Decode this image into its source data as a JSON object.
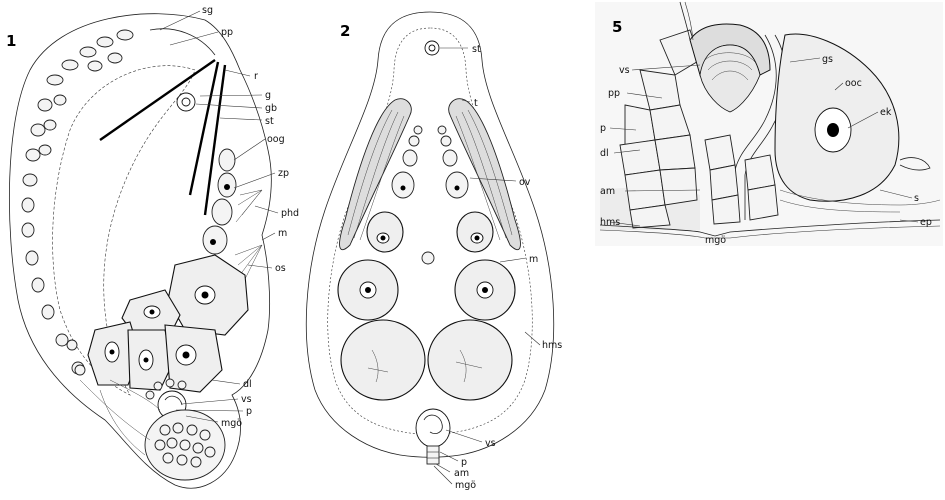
{
  "figure_numbers": [
    "1",
    "2",
    "5"
  ],
  "fig1_labels": [
    "sg",
    "pp",
    "r",
    "g",
    "gb",
    "st",
    "oog",
    "zp",
    "phd",
    "m",
    "os",
    "dl",
    "vs",
    "p",
    "mgö"
  ],
  "fig2_labels": [
    "st",
    "t",
    "ov",
    "m",
    "hms",
    "vs",
    "p",
    "am",
    "mgö"
  ],
  "fig5_labels": [
    "vs",
    "pp",
    "p",
    "dl",
    "am",
    "hms",
    "mgö",
    "gs",
    "ooc",
    "ek",
    "s",
    "ep"
  ]
}
